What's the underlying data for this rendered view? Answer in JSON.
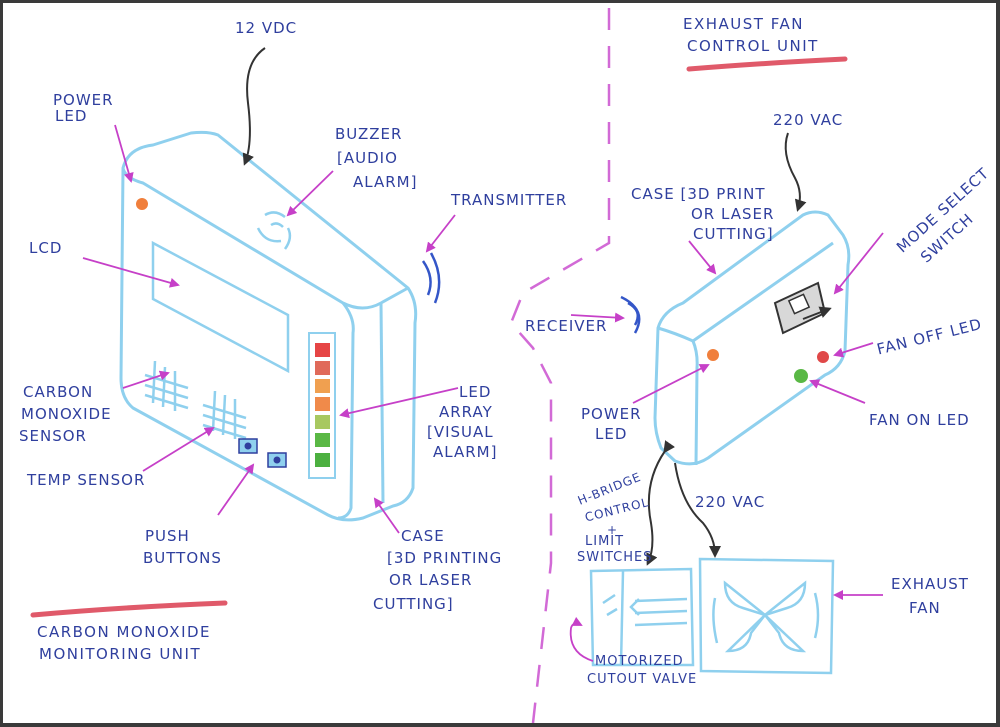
{
  "colors": {
    "ink": "#2f3f9e",
    "case": "#8fd0ee",
    "magenta": "#c640c8",
    "red": "#e05a6a",
    "arrow": "#333333",
    "green": "#59b845",
    "orange": "#f07f3c"
  },
  "left": {
    "title": {
      "line1": "CARBON MONOXIDE",
      "line2": "MONITORING UNIT"
    },
    "labels": {
      "power_in": "12 VDC",
      "power_led": {
        "line1": "POWER",
        "line2": "LED"
      },
      "buzzer": {
        "line1": "BUZZER",
        "line2": "[AUDIO",
        "line3": "ALARM]"
      },
      "transmitter": "TRANSMITTER",
      "lcd": "LCD",
      "co_sensor": {
        "line1": "CARBON",
        "line2": "MONOXIDE",
        "line3": "SENSOR"
      },
      "temp_sensor": "TEMP SENSOR",
      "push_buttons": {
        "line1": "PUSH",
        "line2": "BUTTONS"
      },
      "led_array": {
        "line1": "LED",
        "line2": "ARRAY",
        "line3": "[VISUAL",
        "line4": "ALARM]"
      },
      "case": {
        "line1": "CASE",
        "line2": "[3D PRINTING",
        "line3": "OR LASER",
        "line4": "CUTTING]"
      }
    }
  },
  "right": {
    "title": {
      "line1": "EXHAUST FAN",
      "line2": "CONTROL UNIT"
    },
    "labels": {
      "power_in": "220 VAC",
      "case": {
        "line1": "CASE [3D PRINT",
        "line2": "OR LASER",
        "line3": "CUTTING]"
      },
      "mode_switch": {
        "line1": "MODE SELECT",
        "line2": "SWITCH"
      },
      "receiver": "RECEIVER",
      "fan_off_led": "FAN OFF LED",
      "fan_on_led": "FAN ON LED",
      "power_led": {
        "line1": "POWER",
        "line2": "LED"
      },
      "hbridge": {
        "line1": "H-BRIDGE",
        "line2": "CONTROL",
        "line3": "+",
        "line4": "LIMIT",
        "line5": "SWITCHES"
      },
      "fan_power": "220 VAC",
      "valve": {
        "line1": "MOTORIZED",
        "line2": "CUTOUT VALVE"
      },
      "exhaust_fan": {
        "line1": "EXHAUST",
        "line2": "FAN"
      }
    }
  }
}
